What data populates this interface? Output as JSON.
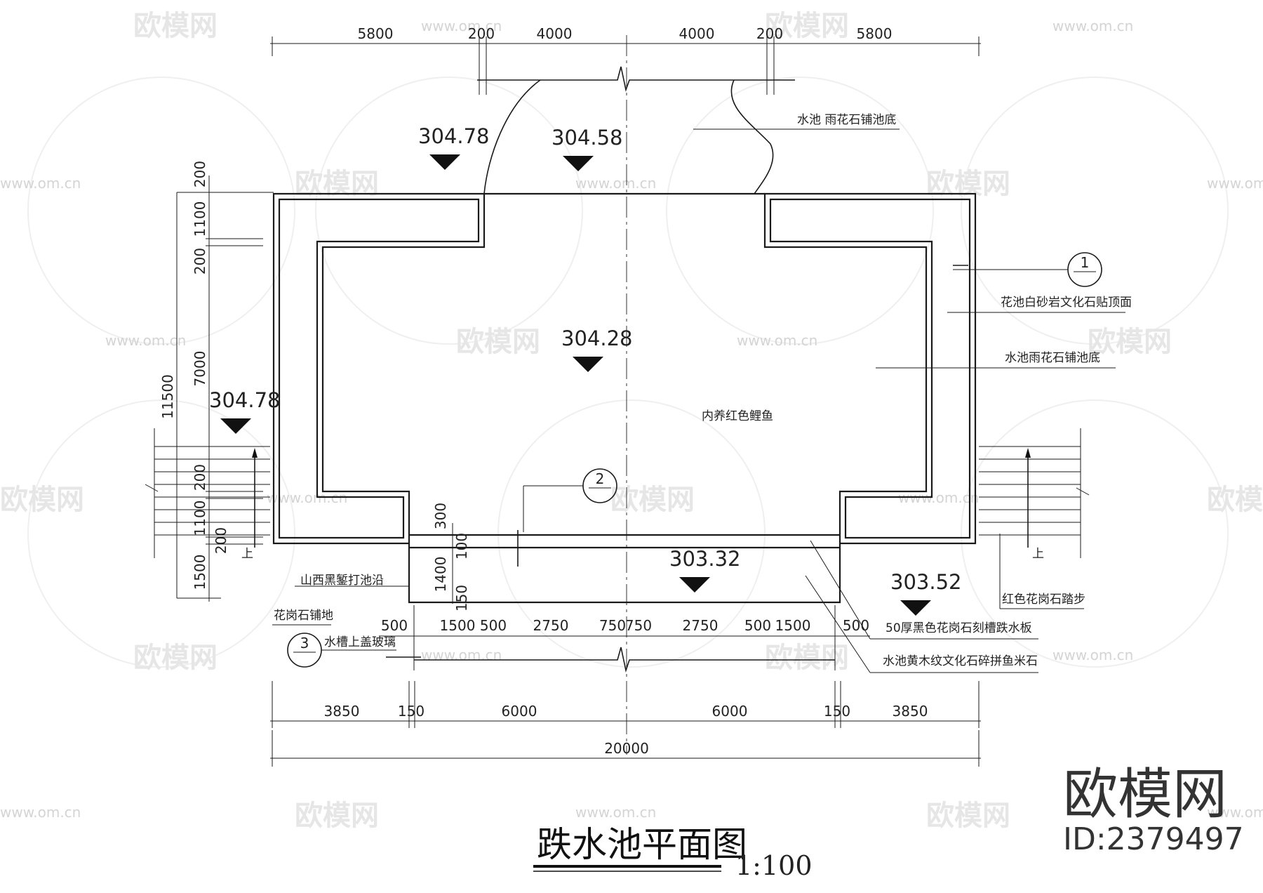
{
  "drawing": {
    "title": "跌水池平面图",
    "scale": "1:100",
    "watermark_brand": "欧模网",
    "watermark_url": "www.om.cn",
    "brand_id": "ID:2379497"
  },
  "dimensions": {
    "top": [
      "5800",
      "200",
      "4000",
      "4000",
      "200",
      "5800"
    ],
    "left": [
      "200",
      "1100",
      "200",
      "7000",
      "11500",
      "200",
      "1100",
      "200",
      "1500"
    ],
    "channel_vertical": [
      "300",
      "100",
      "1400",
      "150"
    ],
    "channel_bottom": [
      "500",
      "1500",
      "500",
      "2750",
      "750",
      "750",
      "2750",
      "500",
      "1500",
      "500"
    ],
    "bottom": [
      "3850",
      "150",
      "6000",
      "6000",
      "150",
      "3850"
    ],
    "total": "20000"
  },
  "elevations": [
    "304.78",
    "304.58",
    "304.28",
    "304.78",
    "303.32",
    "303.52"
  ],
  "notes": {
    "pool_bottom_top": "水池 雨花石铺池底",
    "planter_top": "花池白砂岩文化石贴顶面",
    "pool_bottom_right": "水池雨花石铺池底",
    "fish": "内养红色鲤鱼",
    "basin": "山西黑錾打池沿",
    "granite_paving": "花岗石铺地",
    "glass_cover": "水槽上盖玻璃",
    "steps": "红色花岗石踏步",
    "weir_plate": "50厚黑色花岗石刻槽跌水板",
    "pebble": "水池黄木纹文化石碎拼鱼米石",
    "up_left": "上",
    "up_right": "上"
  },
  "callouts": [
    "1",
    "2",
    "3"
  ]
}
